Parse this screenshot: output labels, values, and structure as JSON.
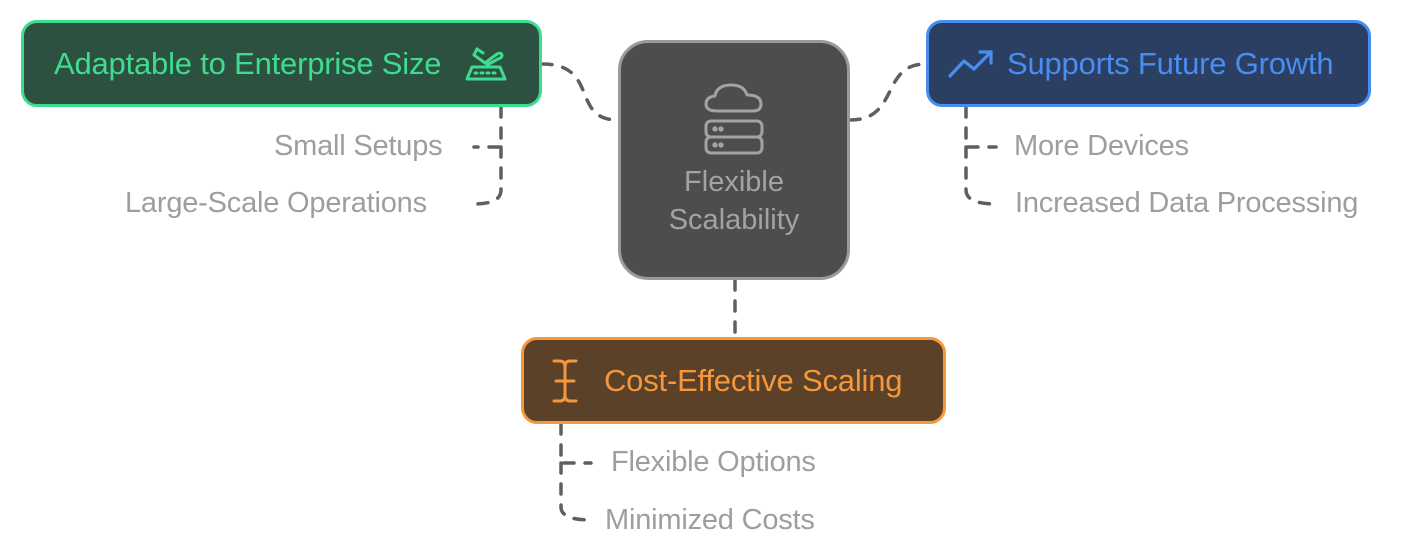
{
  "diagram": {
    "center": {
      "title_line1": "Flexible",
      "title_line2": "Scalability",
      "icon": "cloud-server-icon"
    },
    "branches": [
      {
        "id": "adaptable",
        "label": "Adaptable to Enterprise Size",
        "icon": "plane-landing-icon",
        "colors": {
          "fill": "#2c5140",
          "border": "#3edc8e",
          "text": "#3edc8e"
        },
        "children": [
          "Small Setups",
          "Large-Scale Operations"
        ]
      },
      {
        "id": "growth",
        "label": "Supports Future Growth",
        "icon": "trending-up-icon",
        "colors": {
          "fill": "#2b3f63",
          "border": "#4a8df0",
          "text": "#4a8df0"
        },
        "children": [
          "More Devices",
          "Increased Data Processing"
        ]
      },
      {
        "id": "cost",
        "label": "Cost-Effective Scaling",
        "icon": "text-cursor-icon",
        "colors": {
          "fill": "#5b4128",
          "border": "#f5973a",
          "text": "#f5973a"
        },
        "children": [
          "Flexible Options",
          "Minimized Costs"
        ]
      }
    ],
    "connector_color": "#5f5f5f",
    "leaf_text_color": "#9e9e9e"
  }
}
